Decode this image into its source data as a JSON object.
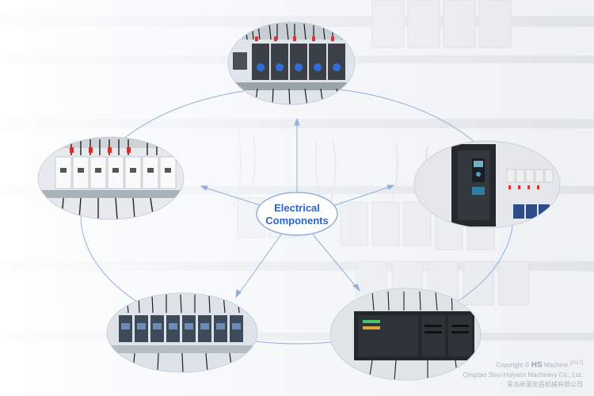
{
  "center": {
    "line1": "Electrical",
    "line2": "Components"
  },
  "photos": [
    {
      "name": "motor-protection-breakers-photo"
    },
    {
      "name": "miniature-circuit-breakers-photo"
    },
    {
      "name": "frequency-inverter-photo"
    },
    {
      "name": "contactors-photo"
    },
    {
      "name": "plc-modules-photo"
    }
  ],
  "copyright": {
    "prefix": "Copyright ©",
    "brand_hs": "HS",
    "brand_machine": "Machine",
    "year": "[2017]",
    "company_en": "Qingdao Sino-Holyson Machinery Co., Ltd.",
    "company_cn": "青岛新豪宏昌机械有限公司"
  },
  "colors": {
    "accent": "#2a64c8",
    "ring": "#8fb0dd"
  }
}
